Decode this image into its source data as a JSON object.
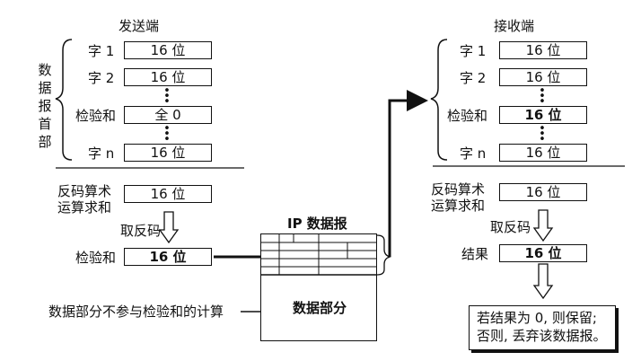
{
  "sender": {
    "title": "发送端",
    "header_label": [
      "数",
      "据",
      "报",
      "首",
      "部"
    ],
    "rows": [
      {
        "label": "字 1",
        "value": "16 位"
      },
      {
        "label": "字 2",
        "value": "16 位"
      },
      {
        "label": "检验和",
        "value": "全 0"
      },
      {
        "label": "字 n",
        "value": "16 位"
      }
    ],
    "sum_label_line1": "反码算术",
    "sum_label_line2": "运算求和",
    "sum_value": "16 位",
    "complement_label": "取反码",
    "checksum_label": "检验和",
    "checksum_value": "16 位"
  },
  "ip_datagram": {
    "title": "IP 数据报",
    "data_part": "数据部分"
  },
  "data_note": "数据部分不参与检验和的计算",
  "receiver": {
    "title": "接收端",
    "rows": [
      {
        "label": "字 1",
        "value": "16 位"
      },
      {
        "label": "字 2",
        "value": "16 位"
      },
      {
        "label": "检验和",
        "value": "16 位"
      },
      {
        "label": "字 n",
        "value": "16 位"
      }
    ],
    "sum_label_line1": "反码算术",
    "sum_label_line2": "运算求和",
    "sum_value": "16 位",
    "complement_label": "取反码",
    "result_label": "结果",
    "result_value": "16 位",
    "decision_line1": "若结果为 0, 则保留;",
    "decision_line2": "否则, 丢弃该数据报。"
  }
}
